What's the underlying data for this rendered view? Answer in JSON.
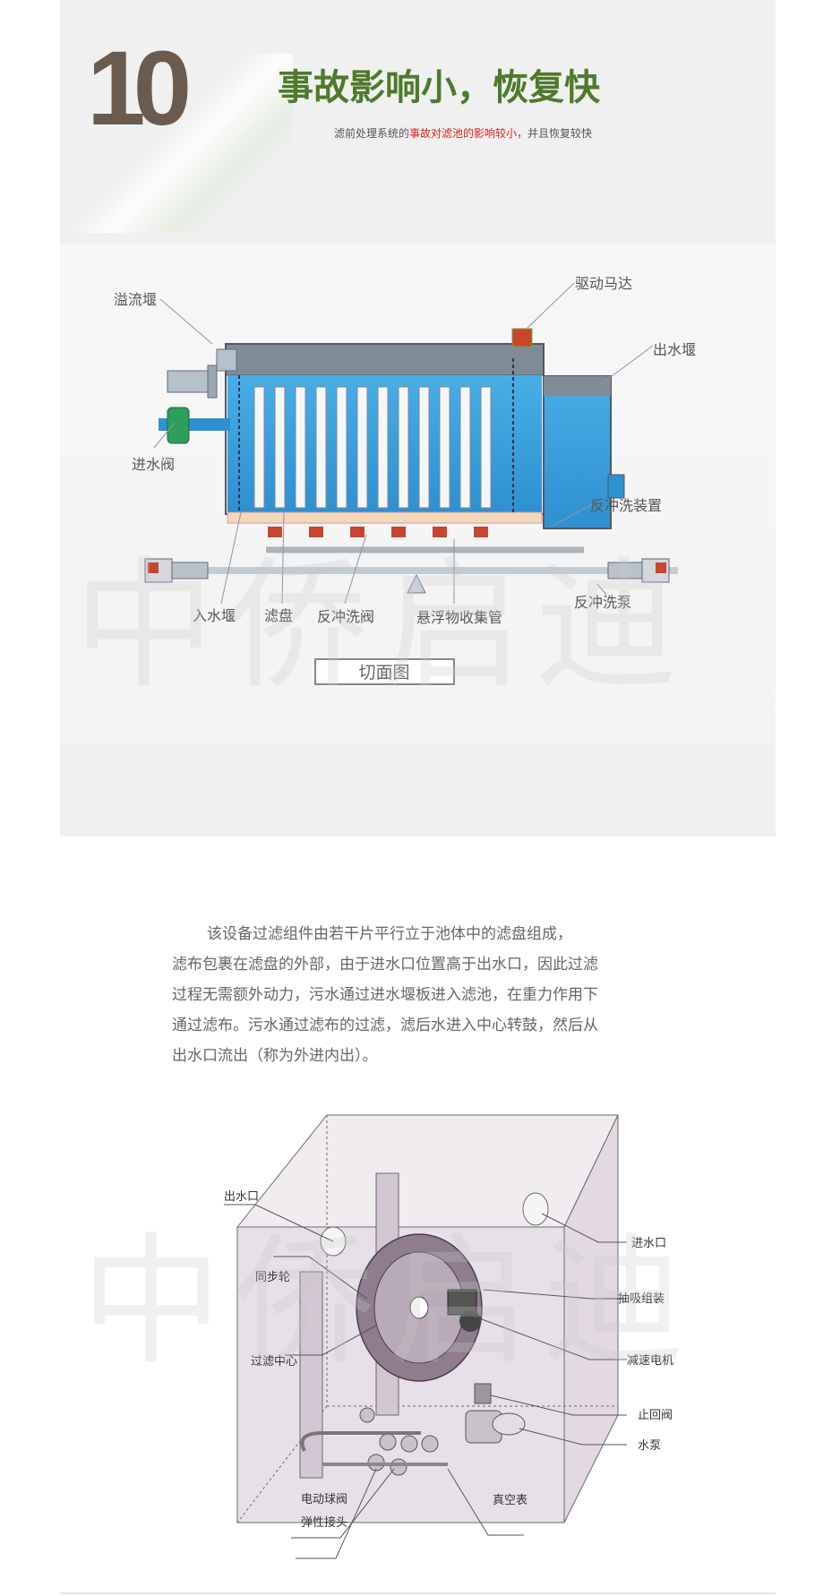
{
  "header": {
    "number": "10",
    "headline": "事故影响小，恢复快",
    "subline_pre": "滤前处理系统的",
    "subline_highlight": "事故对滤池的影响较小",
    "subline_post": "，并且恢复较快"
  },
  "diagram1": {
    "labels": {
      "overflow_weir": "溢流堰",
      "drive_motor": "驱动马达",
      "outlet_weir": "出水堰",
      "inlet_valve": "进水阀",
      "backwash_device": "反冲洗装置",
      "backwash_pump": "反冲洗泵",
      "inlet_weir": "入水堰",
      "filter_disc": "滤盘",
      "backwash_valve": "反冲洗阀",
      "sludge_pipe": "悬浮物收集管"
    },
    "caption": "切面图",
    "watermark": "中侨启迪",
    "colors": {
      "water": "#3aa0dc",
      "tank_gray": "#8a9aa8",
      "motor_red": "#c8452e",
      "valve_green": "#2e9e5a"
    }
  },
  "description": {
    "line1": "该设备过滤组件由若干片平行立于池体中的滤盘组成，",
    "line2": "滤布包裹在滤盘的外部，由于进水口位置高于出水口，因此过滤",
    "line3": "过程无需额外动力，污水通过进水堰板进入滤池，在重力作用下",
    "line4": "通过滤布。污水通过滤布的过滤，滤后水进入中心转鼓，然后从",
    "line5": "出水口流出（称为外进内出）。"
  },
  "diagram2": {
    "labels": {
      "outlet": "出水口",
      "inlet": "进水口",
      "sync_wheel": "同步轮",
      "suction_assembly": "抽吸组装",
      "filter_center": "过滤中心",
      "reducer_motor": "减速电机",
      "check_valve": "止回阀",
      "water_pump": "水泵",
      "electric_ball_valve": "电动球阀",
      "vacuum_gauge": "真空表",
      "elastic_joint": "弹性接头"
    },
    "watermark": "中侨启迪"
  }
}
